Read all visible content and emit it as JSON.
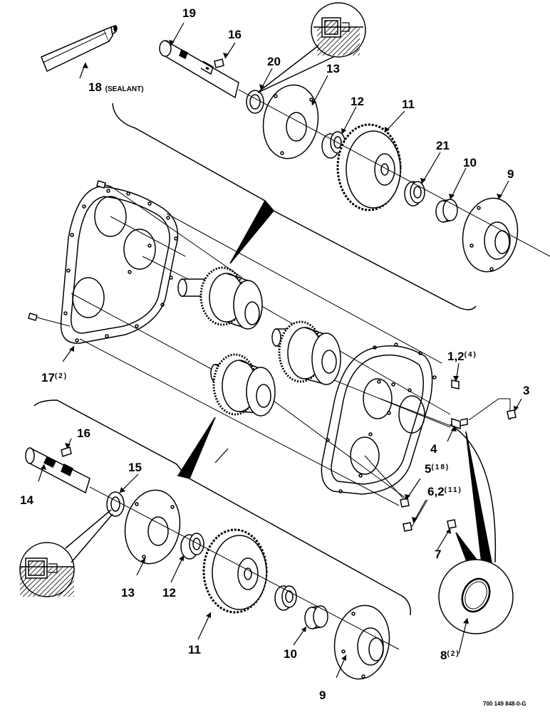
{
  "callouts": {
    "c1": "1,2",
    "c1_qty": "(4)",
    "c3": "3",
    "c4": "4",
    "c5": "5",
    "c5_qty": "(18)",
    "c6": "6,2",
    "c6_qty": "(11)",
    "c7": "7",
    "c8": "8",
    "c8_qty": "(2)",
    "c9_top": "9",
    "c9_bottom": "9",
    "c10_top": "10",
    "c10_bottom": "10",
    "c11_top": "11",
    "c11_bottom": "11",
    "c12_top": "12",
    "c12_bottom": "12",
    "c13_top": "13",
    "c13_bottom": "13",
    "c14": "14",
    "c15": "15",
    "c16_top": "16",
    "c16_bottom": "16",
    "c17": "17",
    "c17_qty": "(2)",
    "c18": "18",
    "c18_note": "(SEALANT)",
    "c19": "19",
    "c20": "20",
    "c21": "21"
  },
  "drawing_code": "700 149 848-0-G"
}
